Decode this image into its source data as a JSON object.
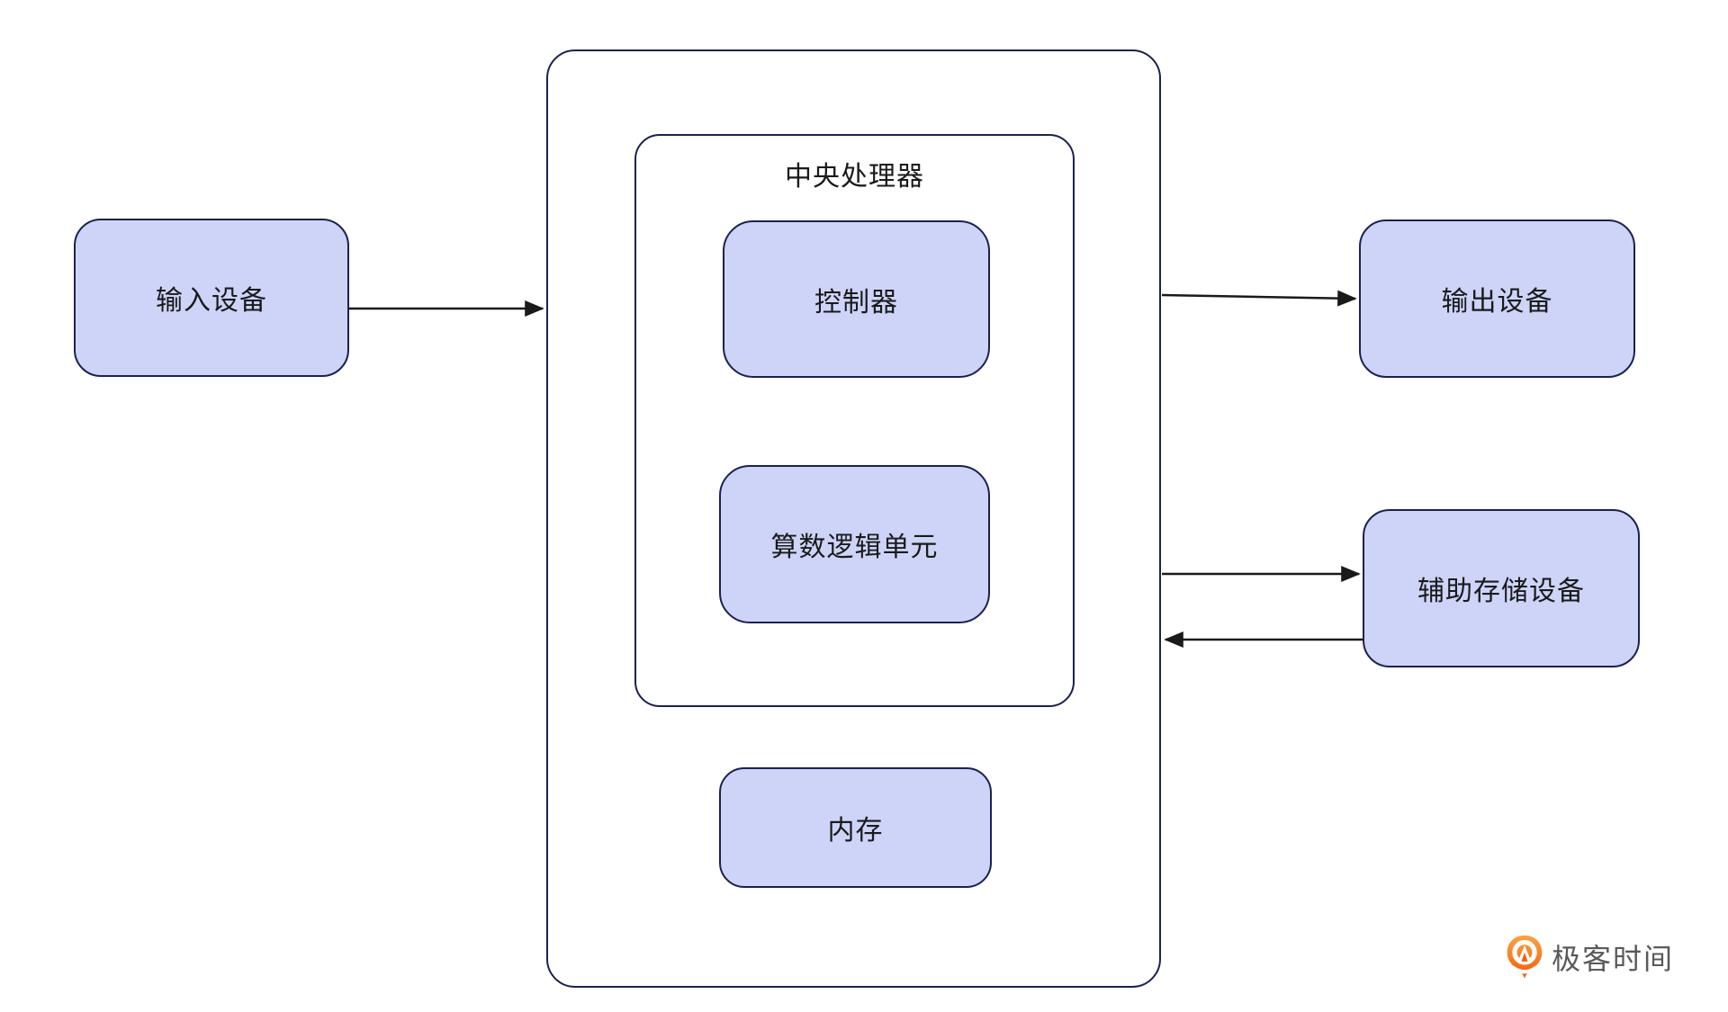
{
  "diagram": {
    "nodes": {
      "input_device": "输入设备",
      "cpu_title": "中央处理器",
      "controller": "控制器",
      "alu": "算数逻辑单元",
      "memory": "内存",
      "output_device": "输出设备",
      "aux_storage": "辅助存储设备"
    },
    "edges": [
      {
        "from": "input_device",
        "to": "system_container",
        "arrow": "right"
      },
      {
        "from": "system_container",
        "to": "output_device",
        "arrow": "right"
      },
      {
        "from": "system_container",
        "to": "aux_storage",
        "arrow": "right"
      },
      {
        "from": "aux_storage",
        "to": "system_container",
        "arrow": "left"
      }
    ]
  },
  "colors": {
    "canvas_bg": "#FFFFFF",
    "node_fill": "#CDD4F8",
    "node_border": "#1B2150",
    "arrow_color": "#1A1A1A",
    "text_color": "#1A1A1A",
    "logo_text_color": "#595959",
    "logo_orange_top": "#FBA245",
    "logo_orange_bottom": "#F25B09"
  },
  "logo": {
    "text": "极客时间"
  }
}
